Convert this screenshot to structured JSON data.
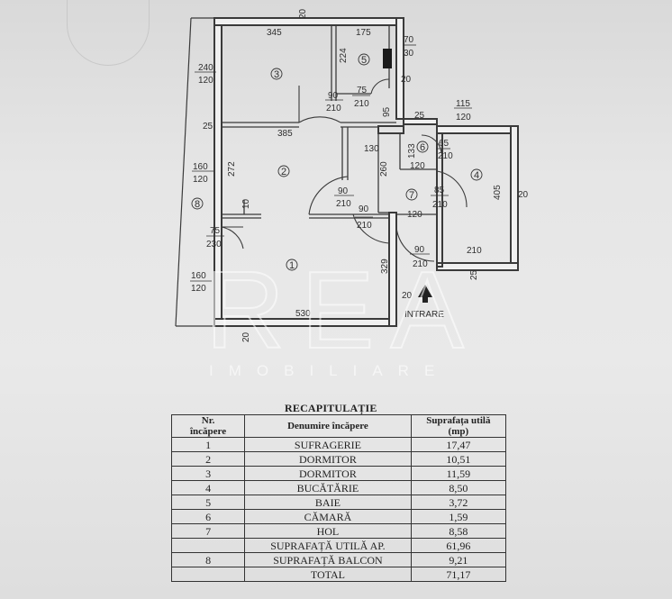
{
  "plan": {
    "dims": {
      "top20": "20",
      "d345": "345",
      "d175": "175",
      "d224": "224",
      "d70": "70",
      "d30": "30",
      "d240": "240",
      "d120a": "120",
      "d90a": "90",
      "d210a": "210",
      "d75a": "75",
      "d210b": "210",
      "d20a": "20",
      "d95": "95",
      "d115": "115",
      "d120b": "120",
      "d25a": "25",
      "d385": "385",
      "d130": "130",
      "d25b": "25",
      "d65": "65",
      "d210c": "210",
      "d133": "133",
      "d120c": "120",
      "d160a": "160",
      "d120d": "120",
      "d272": "272",
      "d10": "10",
      "d260": "260",
      "d90b": "90",
      "d210d": "210",
      "d90c": "90",
      "d210e": "210",
      "d85": "85",
      "d210f": "210",
      "d405": "405",
      "d20b": "20",
      "d120e": "120",
      "d75b": "75",
      "d230": "230",
      "d90d": "90",
      "d210g": "210",
      "d210h": "210",
      "d25c": "25",
      "d160b": "160",
      "d120f": "120",
      "d329": "329",
      "d20c": "20",
      "d530": "530",
      "d20d": "20"
    },
    "rooms": {
      "r1": "1",
      "r2": "2",
      "r3": "3",
      "r4": "4",
      "r5": "5",
      "r6": "6",
      "r7": "7",
      "r8": "8"
    },
    "entrance_label": "INTRARE"
  },
  "watermark": {
    "logo": "REA",
    "subtitle": "IMOBILIARE"
  },
  "table": {
    "title": "RECAPITULAȚIE",
    "headers": {
      "nr_line1": "Nr.",
      "nr_line2": "încăpere",
      "name": "Denumire încăpere",
      "area_line1": "Suprafața utilă",
      "area_line2": "(mp)"
    },
    "rows": [
      {
        "nr": "1",
        "name": "SUFRAGERIE",
        "area": "17,47"
      },
      {
        "nr": "2",
        "name": "DORMITOR",
        "area": "10,51"
      },
      {
        "nr": "3",
        "name": "DORMITOR",
        "area": "11,59"
      },
      {
        "nr": "4",
        "name": "BUCĂTĂRIE",
        "area": "8,50"
      },
      {
        "nr": "5",
        "name": "BAIE",
        "area": "3,72"
      },
      {
        "nr": "6",
        "name": "CĂMARĂ",
        "area": "1,59"
      },
      {
        "nr": "7",
        "name": "HOL",
        "area": "8,58"
      },
      {
        "nr": "",
        "name": "SUPRAFAȚĂ UTILĂ AP.",
        "area": "61,96"
      },
      {
        "nr": "8",
        "name": "SUPRAFAȚĂ BALCON",
        "area": "9,21"
      },
      {
        "nr": "",
        "name": "TOTAL",
        "area": "71,17"
      }
    ]
  },
  "colors": {
    "paper": "#e6e6e6",
    "ink": "#2f2f2f",
    "wall": "#3a3a3a"
  }
}
